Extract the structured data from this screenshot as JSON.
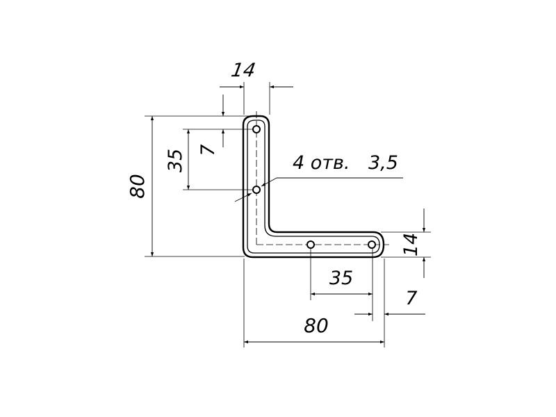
{
  "drawing": {
    "dimensions": {
      "top_width": "14",
      "left_total": "80",
      "left_hole_spacing": "35",
      "left_hole_offset": "7",
      "bottom_total": "80",
      "bottom_hole_spacing": "35",
      "bottom_hole_offset": "7",
      "right_height": "14"
    },
    "callout": {
      "count": "4 отв.",
      "diameter": "3,5"
    },
    "colors": {
      "line": "#000000",
      "background": "#ffffff"
    }
  }
}
